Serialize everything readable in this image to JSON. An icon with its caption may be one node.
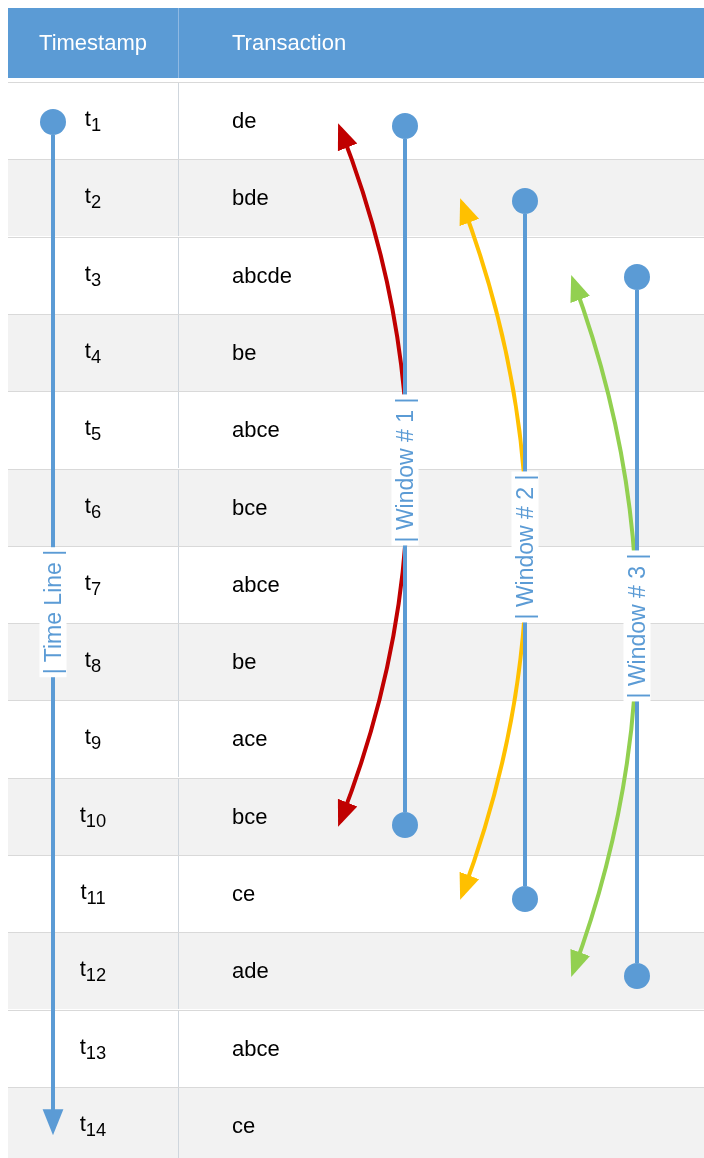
{
  "diagram": {
    "nodes": [
      {
        "text": [],
        "shape": "circle"
      },
      {
        "text": [],
        "shape": "circle"
      },
      {
        "text": [],
        "shape": "circle"
      },
      {
        "text": [],
        "shape": "circle"
      },
      {
        "text": [],
        "shape": "circle"
      },
      {
        "text": [],
        "shape": "circle"
      },
      {
        "text": [],
        "shape": "circle"
      }
    ],
    "edges": [
      {
        "from": 0,
        "to": null,
        "arrow": "to",
        "label": "| Time Line |"
      },
      {
        "from": 1,
        "to": 4,
        "arrow": "none",
        "label": "| Window # 1 |"
      },
      {
        "from": 2,
        "to": 5,
        "arrow": "none",
        "label": "| Window # 2 |"
      },
      {
        "from": 3,
        "to": 6,
        "arrow": "none",
        "label": "| Window # 3 |"
      }
    ],
    "labels": [
      "Timestamp",
      "Transaction",
      "t$_{1}$",
      "de",
      "t$_{2}$",
      "bde",
      "t$_{3}$",
      "abcde",
      "t$_{4}$",
      "be",
      "t$_{5}$",
      "abce",
      "t$_{6}$",
      "bce",
      "t$_{7}$",
      "abce",
      "t$_{8}$",
      "be",
      "t$_{9}$",
      "ace",
      "t$_{10}$",
      "bce",
      "t$_{11}$",
      "ce",
      "t$_{12}$",
      "ade",
      "t$_{13}$",
      "abce",
      "t$_{14}$",
      "ce"
    ]
  }
}
